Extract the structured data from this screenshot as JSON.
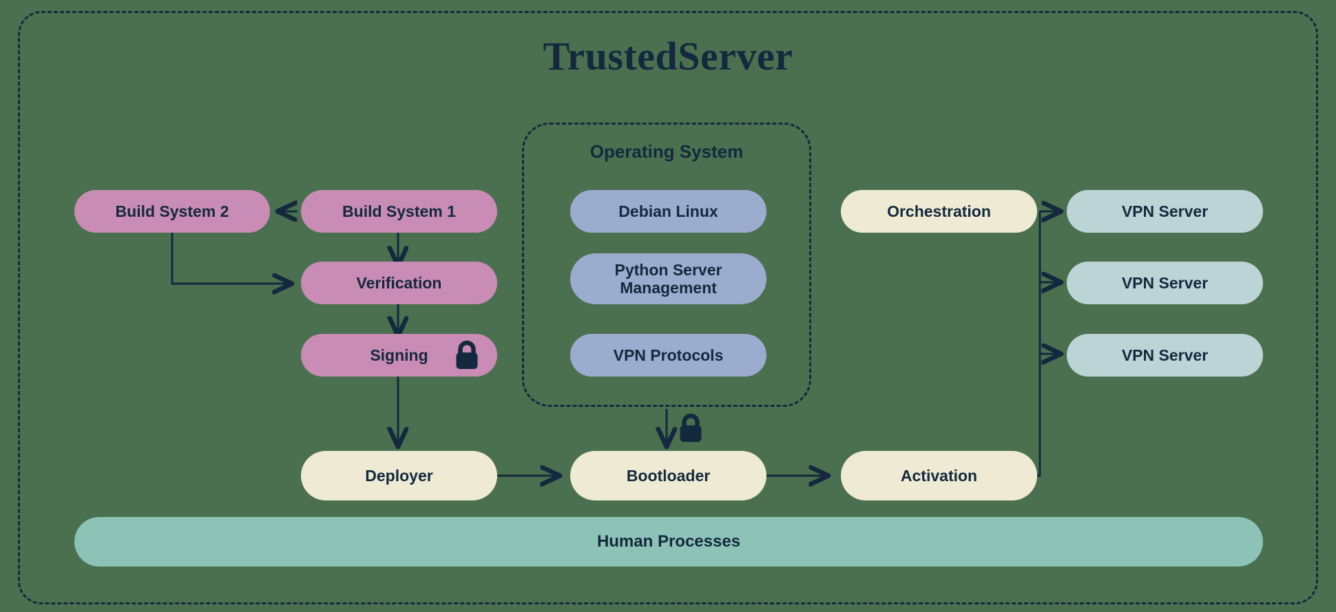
{
  "title": "TrustedServer",
  "colors": {
    "background_green": "#4a7050",
    "ink_navy": "#14293d",
    "build_pink": "#c98cb4",
    "os_blue": "#9bacce",
    "process_cream": "#efead3",
    "vpn_teal": "#bdd4d7",
    "human_mint": "#8cc3b6"
  },
  "build_pipeline": {
    "build_system_2": "Build System 2",
    "build_system_1": "Build System 1",
    "verification": "Verification",
    "signing": "Signing"
  },
  "operating_system": {
    "group_label": "Operating System",
    "components": [
      "Debian Linux",
      "Python Server Management",
      "VPN Protocols"
    ]
  },
  "deployment_row": {
    "deployer": "Deployer",
    "bootloader": "Bootloader",
    "activation": "Activation"
  },
  "orchestration": {
    "label": "Orchestration",
    "servers": [
      "VPN Server",
      "VPN Server",
      "VPN Server"
    ]
  },
  "human_layer": {
    "label": "Human Processes"
  },
  "icons": {
    "signing_lock": "lock-icon",
    "bootloader_lock": "lock-icon"
  }
}
